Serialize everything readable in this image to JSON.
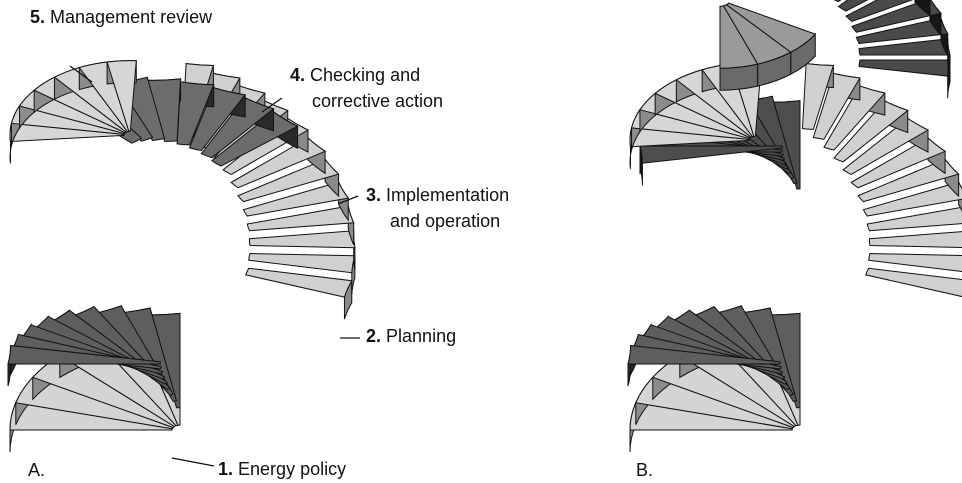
{
  "panels": [
    {
      "letter": "A.",
      "stages": [
        {
          "num": "1.",
          "text": "Energy policy",
          "shade": "#8c8c8c"
        },
        {
          "num": "2.",
          "text": "Planning",
          "shade": "#5a5a5a"
        },
        {
          "num": "3.",
          "text": "Implementation",
          "text2": "and operation",
          "shade": "#cfcfcf"
        },
        {
          "num": "4.",
          "text": "Checking and",
          "text2": "corrective action",
          "shade": "#6e6e6e"
        },
        {
          "num": "5.",
          "text": "Management review",
          "shade": "#d0d0d0"
        }
      ]
    },
    {
      "letter": "B."
    }
  ],
  "colors": {
    "light_tread": "#d2d2d2",
    "mid_tread": "#6c6c6c",
    "dark_tread": "#4a4a4a",
    "riser_dark": "#2a2a2a",
    "side_mid": "#8e8e8e",
    "outline": "#111111"
  }
}
